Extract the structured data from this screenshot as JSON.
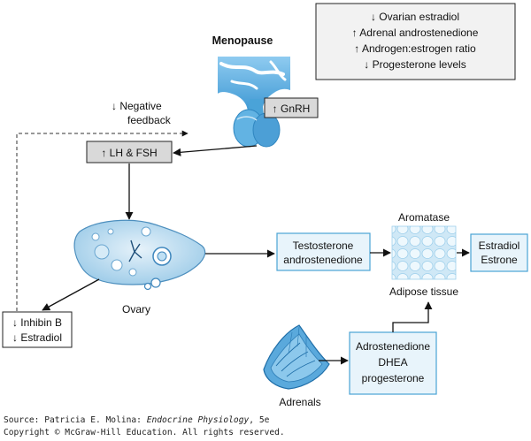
{
  "summary_box": {
    "lines": [
      "↓ Ovarian estradiol",
      "↑ Adrenal androstenedione",
      "↑ Androgen:estrogen ratio",
      "↓ Progesterone levels"
    ]
  },
  "menopause_title": "Menopause",
  "gnrh_label": "↑ GnRH",
  "negative_feedback": [
    "↓ Negative",
    "feedback"
  ],
  "lh_fsh_label": "↑ LH & FSH",
  "ovary_label": "Ovary",
  "inhibin_box": [
    "↓ Inhibin B",
    "↓ Estradiol"
  ],
  "testosterone_box": [
    "Testosterone",
    "androstenedione"
  ],
  "aromatase_label": "Aromatase",
  "adipose_label": "Adipose tissue",
  "estradiol_box": [
    "Estradiol",
    "Estrone"
  ],
  "adrenals_label": "Adrenals",
  "adrostenedione_box": [
    "Adrostenedione",
    "DHEA",
    "progesterone"
  ],
  "source": {
    "prefix": "Source: Patricia E. Molina: ",
    "book": "Endocrine Physiology",
    "edition": ", 5e",
    "copyright": "Copyright © McGraw-Hill Education. All rights reserved."
  },
  "colors": {
    "gray_box": "#d9d9d9",
    "light_blue_box": "#e8f4fb",
    "blue_border": "#4aa3d4",
    "organ_blue": "#5fb0e0"
  }
}
